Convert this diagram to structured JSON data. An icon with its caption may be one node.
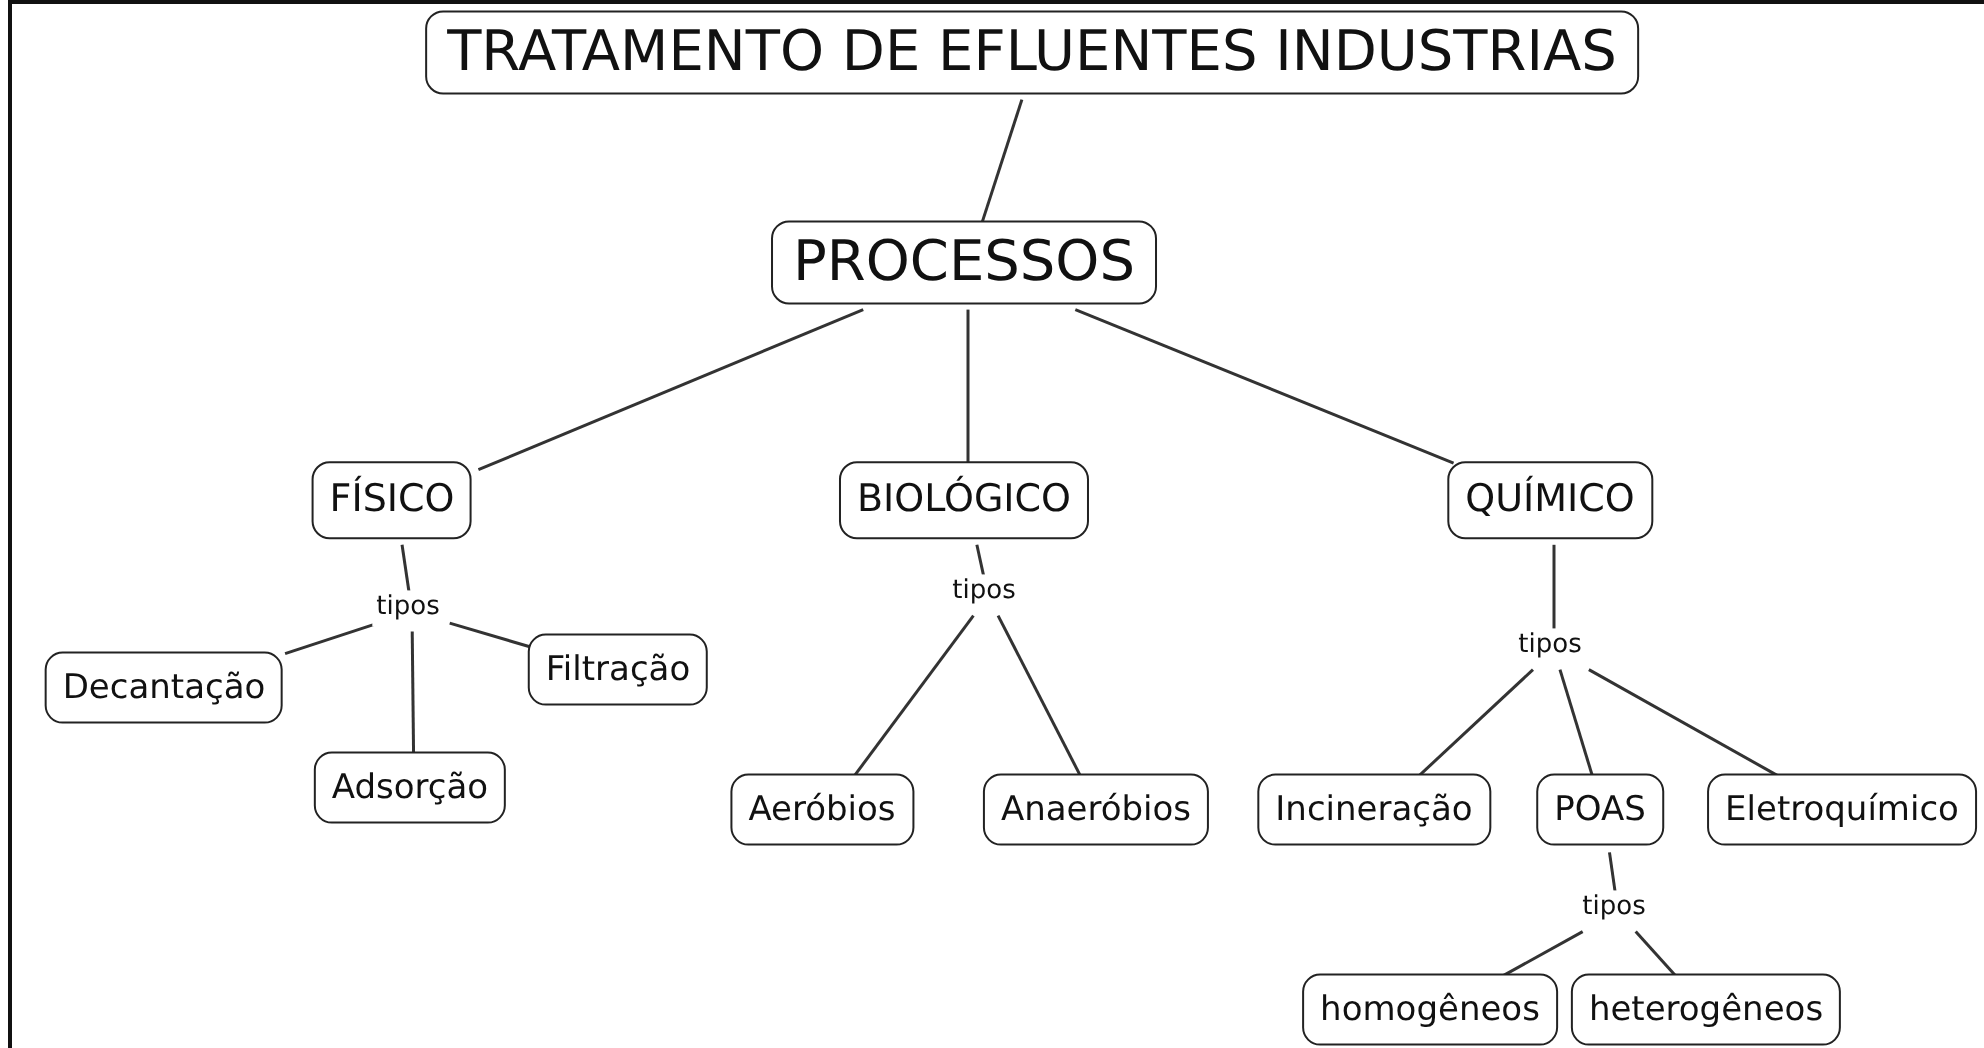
{
  "diagram": {
    "nodes": [
      {
        "text": [
          "TRATAMENTO DE EFLUENTES INDUSTRIAS"
        ]
      },
      {
        "text": [
          "PROCESSOS"
        ]
      },
      {
        "text": [
          "FÍSICO"
        ]
      },
      {
        "text": [
          "BIOLÓGICO"
        ]
      },
      {
        "text": [
          "QUÍMICO"
        ]
      },
      {
        "text": [
          "tipos"
        ]
      },
      {
        "text": [
          "Decantação"
        ]
      },
      {
        "text": [
          "Filtração"
        ]
      },
      {
        "text": [
          "Adsorção"
        ]
      },
      {
        "text": [
          "tipos"
        ]
      },
      {
        "text": [
          "Aeróbios"
        ]
      },
      {
        "text": [
          "Anaeróbios"
        ]
      },
      {
        "text": [
          "tipos"
        ]
      },
      {
        "text": [
          "Incineração"
        ]
      },
      {
        "text": [
          "POAS"
        ]
      },
      {
        "text": [
          "Eletroquímico"
        ]
      },
      {
        "text": [
          "tipos"
        ]
      },
      {
        "text": [
          "homogêneos"
        ]
      },
      {
        "text": [
          "heterogêneos"
        ]
      }
    ],
    "edges": [
      {
        "from": 0,
        "to": 1,
        "arrow": "none"
      },
      {
        "from": 1,
        "to": 2,
        "arrow": "none"
      },
      {
        "from": 1,
        "to": 3,
        "arrow": "none"
      },
      {
        "from": 1,
        "to": 4,
        "arrow": "none"
      },
      {
        "from": 2,
        "to": 5,
        "arrow": "none"
      },
      {
        "from": 5,
        "to": 6,
        "arrow": "none"
      },
      {
        "from": 5,
        "to": 7,
        "arrow": "none"
      },
      {
        "from": 5,
        "to": 8,
        "arrow": "none"
      },
      {
        "from": 3,
        "to": 9,
        "arrow": "none"
      },
      {
        "from": 9,
        "to": 10,
        "arrow": "none"
      },
      {
        "from": 9,
        "to": 11,
        "arrow": "none"
      },
      {
        "from": 4,
        "to": 12,
        "arrow": "none"
      },
      {
        "from": 12,
        "to": 13,
        "arrow": "none"
      },
      {
        "from": 12,
        "to": 14,
        "arrow": "none"
      },
      {
        "from": 12,
        "to": 15,
        "arrow": "none"
      },
      {
        "from": 14,
        "to": 16,
        "arrow": "none"
      },
      {
        "from": 16,
        "to": 17,
        "arrow": "none"
      },
      {
        "from": 16,
        "to": 18,
        "arrow": "none"
      }
    ]
  }
}
